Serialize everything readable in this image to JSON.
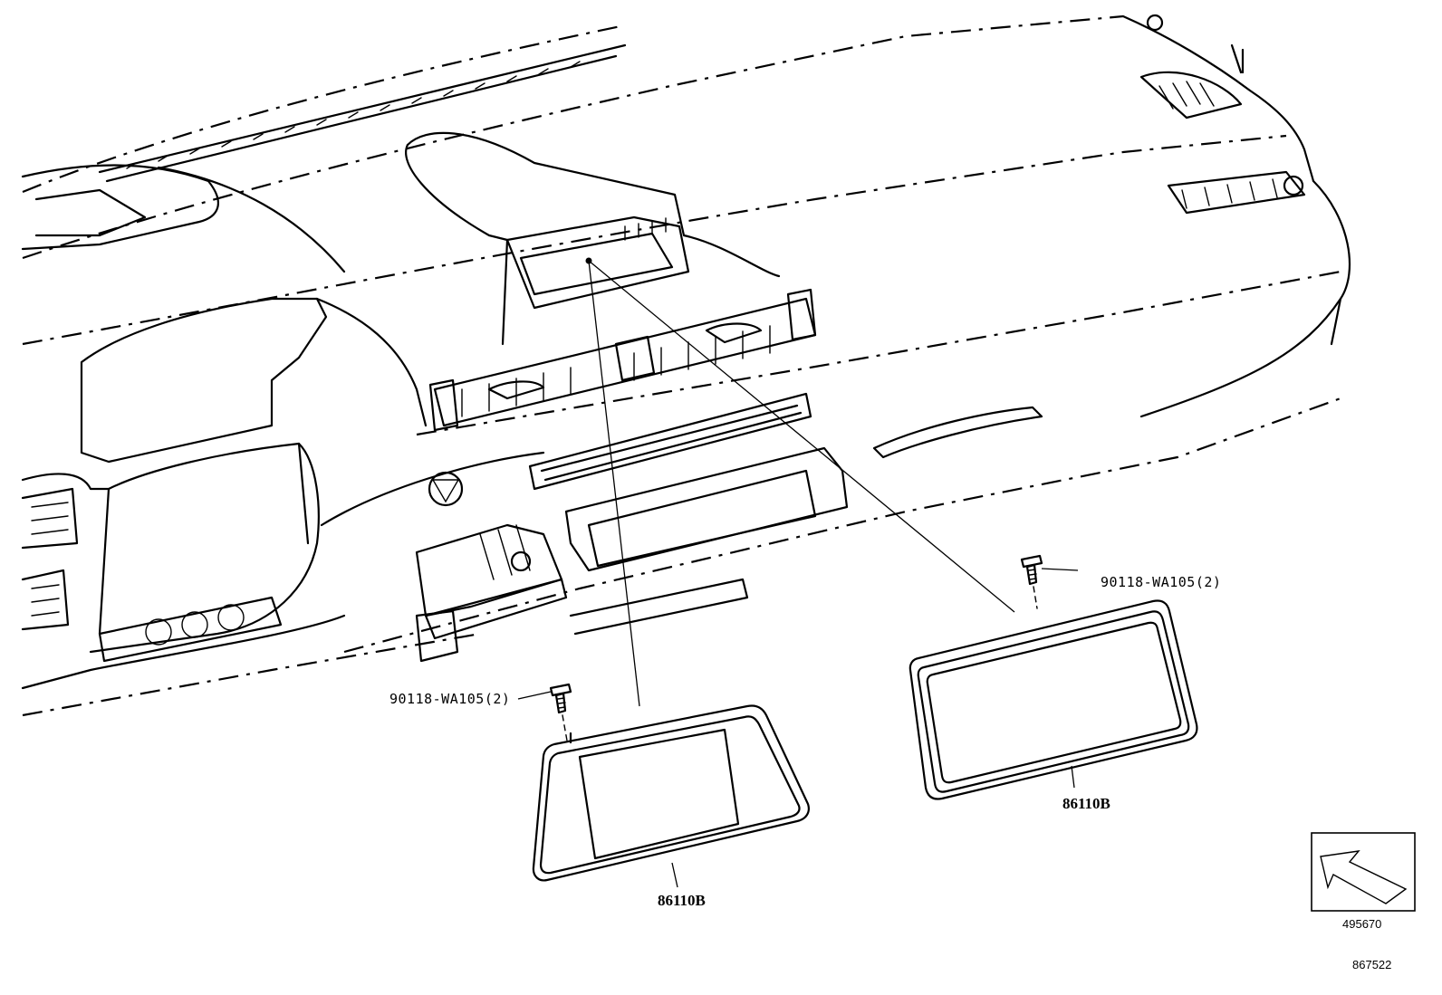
{
  "callouts": {
    "bolt_left": "90118-WA105(2)",
    "bolt_right": "90118-WA105(2)",
    "panel_left": "86110B",
    "panel_right": "86110B"
  },
  "direction_indicator": {
    "icon": "arrow-icon"
  },
  "reference_numbers": {
    "illustration": "495670",
    "page": "867522"
  }
}
